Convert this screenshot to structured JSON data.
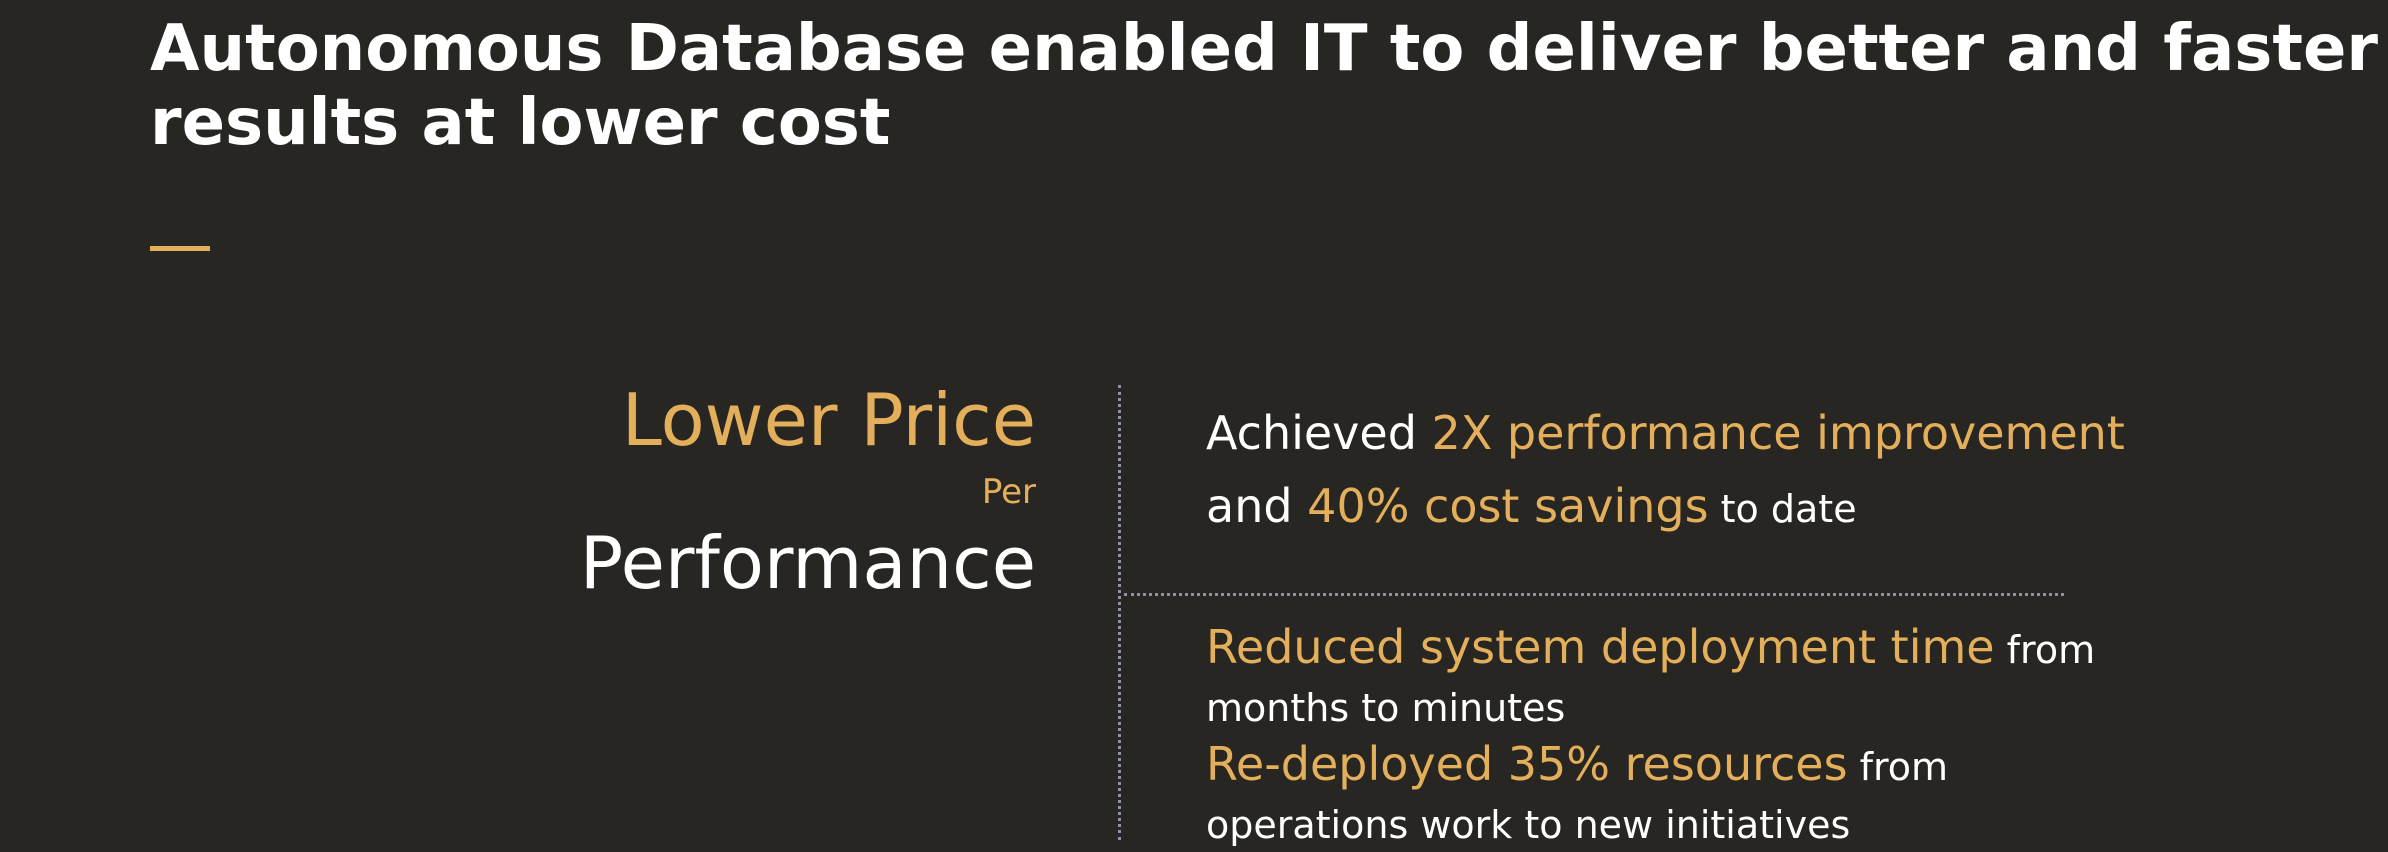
{
  "slide": {
    "title_line1": "Autonomous Database enabled IT to deliver better and faster",
    "title_line2": "results at lower cost"
  },
  "left": {
    "headline": "Lower Price",
    "connector": "Per",
    "subline": "Performance"
  },
  "stats": {
    "first": {
      "prefix": "Achieved ",
      "highlight1": "2X performance improvement",
      "mid": "and ",
      "highlight2": "40% cost savings",
      "suffix": " to date"
    },
    "second": {
      "highlight1": "Reduced system deployment time",
      "suffix1": " from",
      "line2": "months to minutes",
      "highlight2": "Re-deployed 35% resources",
      "suffix2": " from",
      "line4": "operations work to new initiatives"
    }
  },
  "colors": {
    "background": "#282623",
    "accent": "#e4af5b",
    "text": "#ffffff",
    "divider": "#8d93a6"
  }
}
